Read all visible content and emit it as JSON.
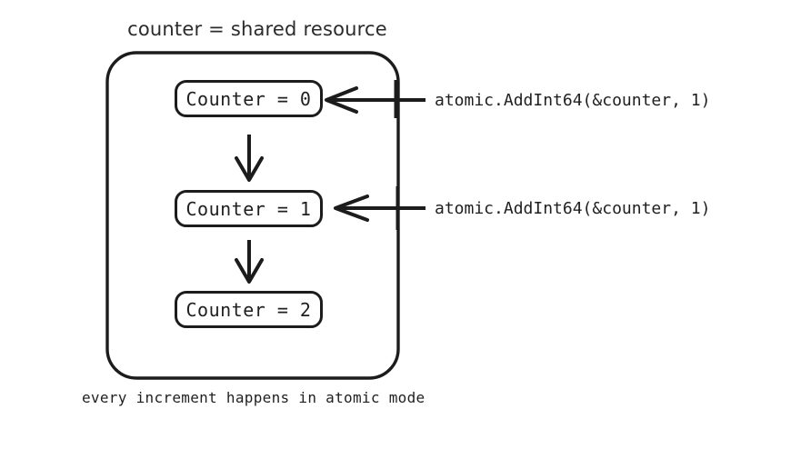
{
  "diagram": {
    "title": "counter = shared resource",
    "caption": "every increment happens in atomic mode",
    "container_name": "shared-resource-container",
    "colors": {
      "stroke": "#1c1c1c",
      "text": "#1f1f1f",
      "title_text": "#2b2b2b",
      "background": "#ffffff"
    },
    "nodes": [
      {
        "id": "counter-0",
        "label": "Counter = 0"
      },
      {
        "id": "counter-1",
        "label": "Counter = 1"
      },
      {
        "id": "counter-2",
        "label": "Counter = 2"
      }
    ],
    "flow_arrows": [
      {
        "from": "counter-0",
        "to": "counter-1",
        "direction": "down"
      },
      {
        "from": "counter-1",
        "to": "counter-2",
        "direction": "down"
      }
    ],
    "annotations": [
      {
        "id": "atomic-add-0",
        "label": "atomic.AddInt64(&counter, 1)",
        "targets": "counter-0",
        "direction": "left"
      },
      {
        "id": "atomic-add-1",
        "label": "atomic.AddInt64(&counter, 1)",
        "targets": "counter-1",
        "direction": "left"
      }
    ]
  }
}
